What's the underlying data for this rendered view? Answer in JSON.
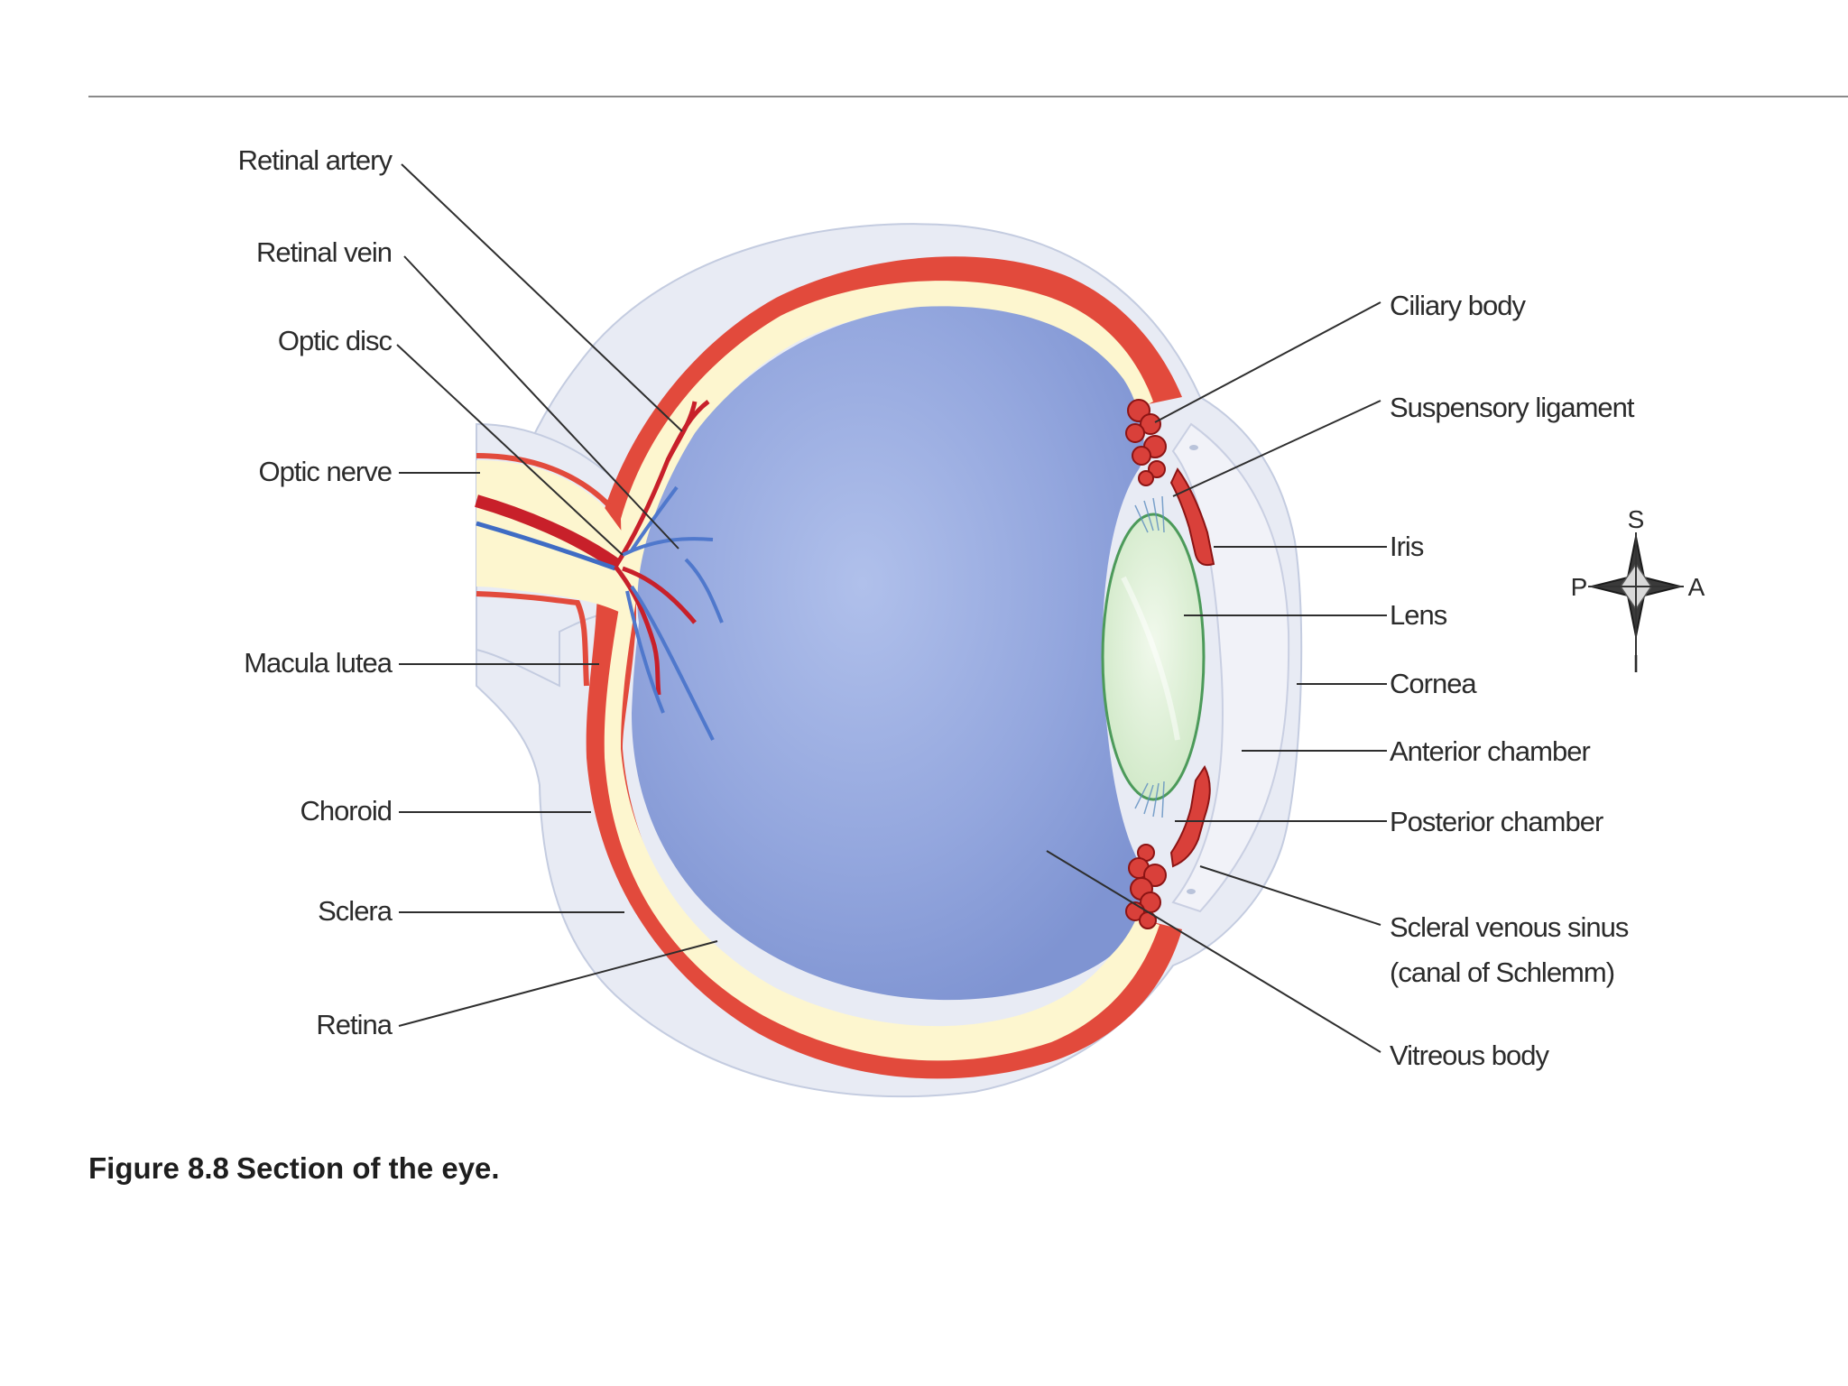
{
  "labels_left": {
    "retinal_artery": "Retinal artery",
    "retinal_vein": "Retinal vein",
    "optic_disc": "Optic disc",
    "optic_nerve": "Optic nerve",
    "macula_lutea": "Macula lutea",
    "choroid": "Choroid",
    "sclera": "Sclera",
    "retina": "Retina"
  },
  "labels_right": {
    "ciliary_body": "Ciliary body",
    "suspensory_ligament": "Suspensory ligament",
    "iris": "Iris",
    "lens": "Lens",
    "cornea": "Cornea",
    "anterior_chamber": "Anterior chamber",
    "posterior_chamber": "Posterior chamber",
    "scleral_venous_sinus_1": "Scleral venous sinus",
    "scleral_venous_sinus_2": "(canal of Schlemm)",
    "vitreous_body": "Vitreous body"
  },
  "compass": {
    "superior": "S",
    "posterior": "P",
    "anterior": "A",
    "inferior": "I"
  },
  "caption": {
    "figure_number": "Figure 8.8",
    "text": "Section of the eye."
  },
  "colors": {
    "sclera": "#e6e9f3",
    "choroid": "#e04a3c",
    "retina": "#fdf6cf",
    "vitreous": "#8c9fd9",
    "lens": "#dff0d5",
    "artery": "#c8202a",
    "vein": "#3f6cc4"
  }
}
